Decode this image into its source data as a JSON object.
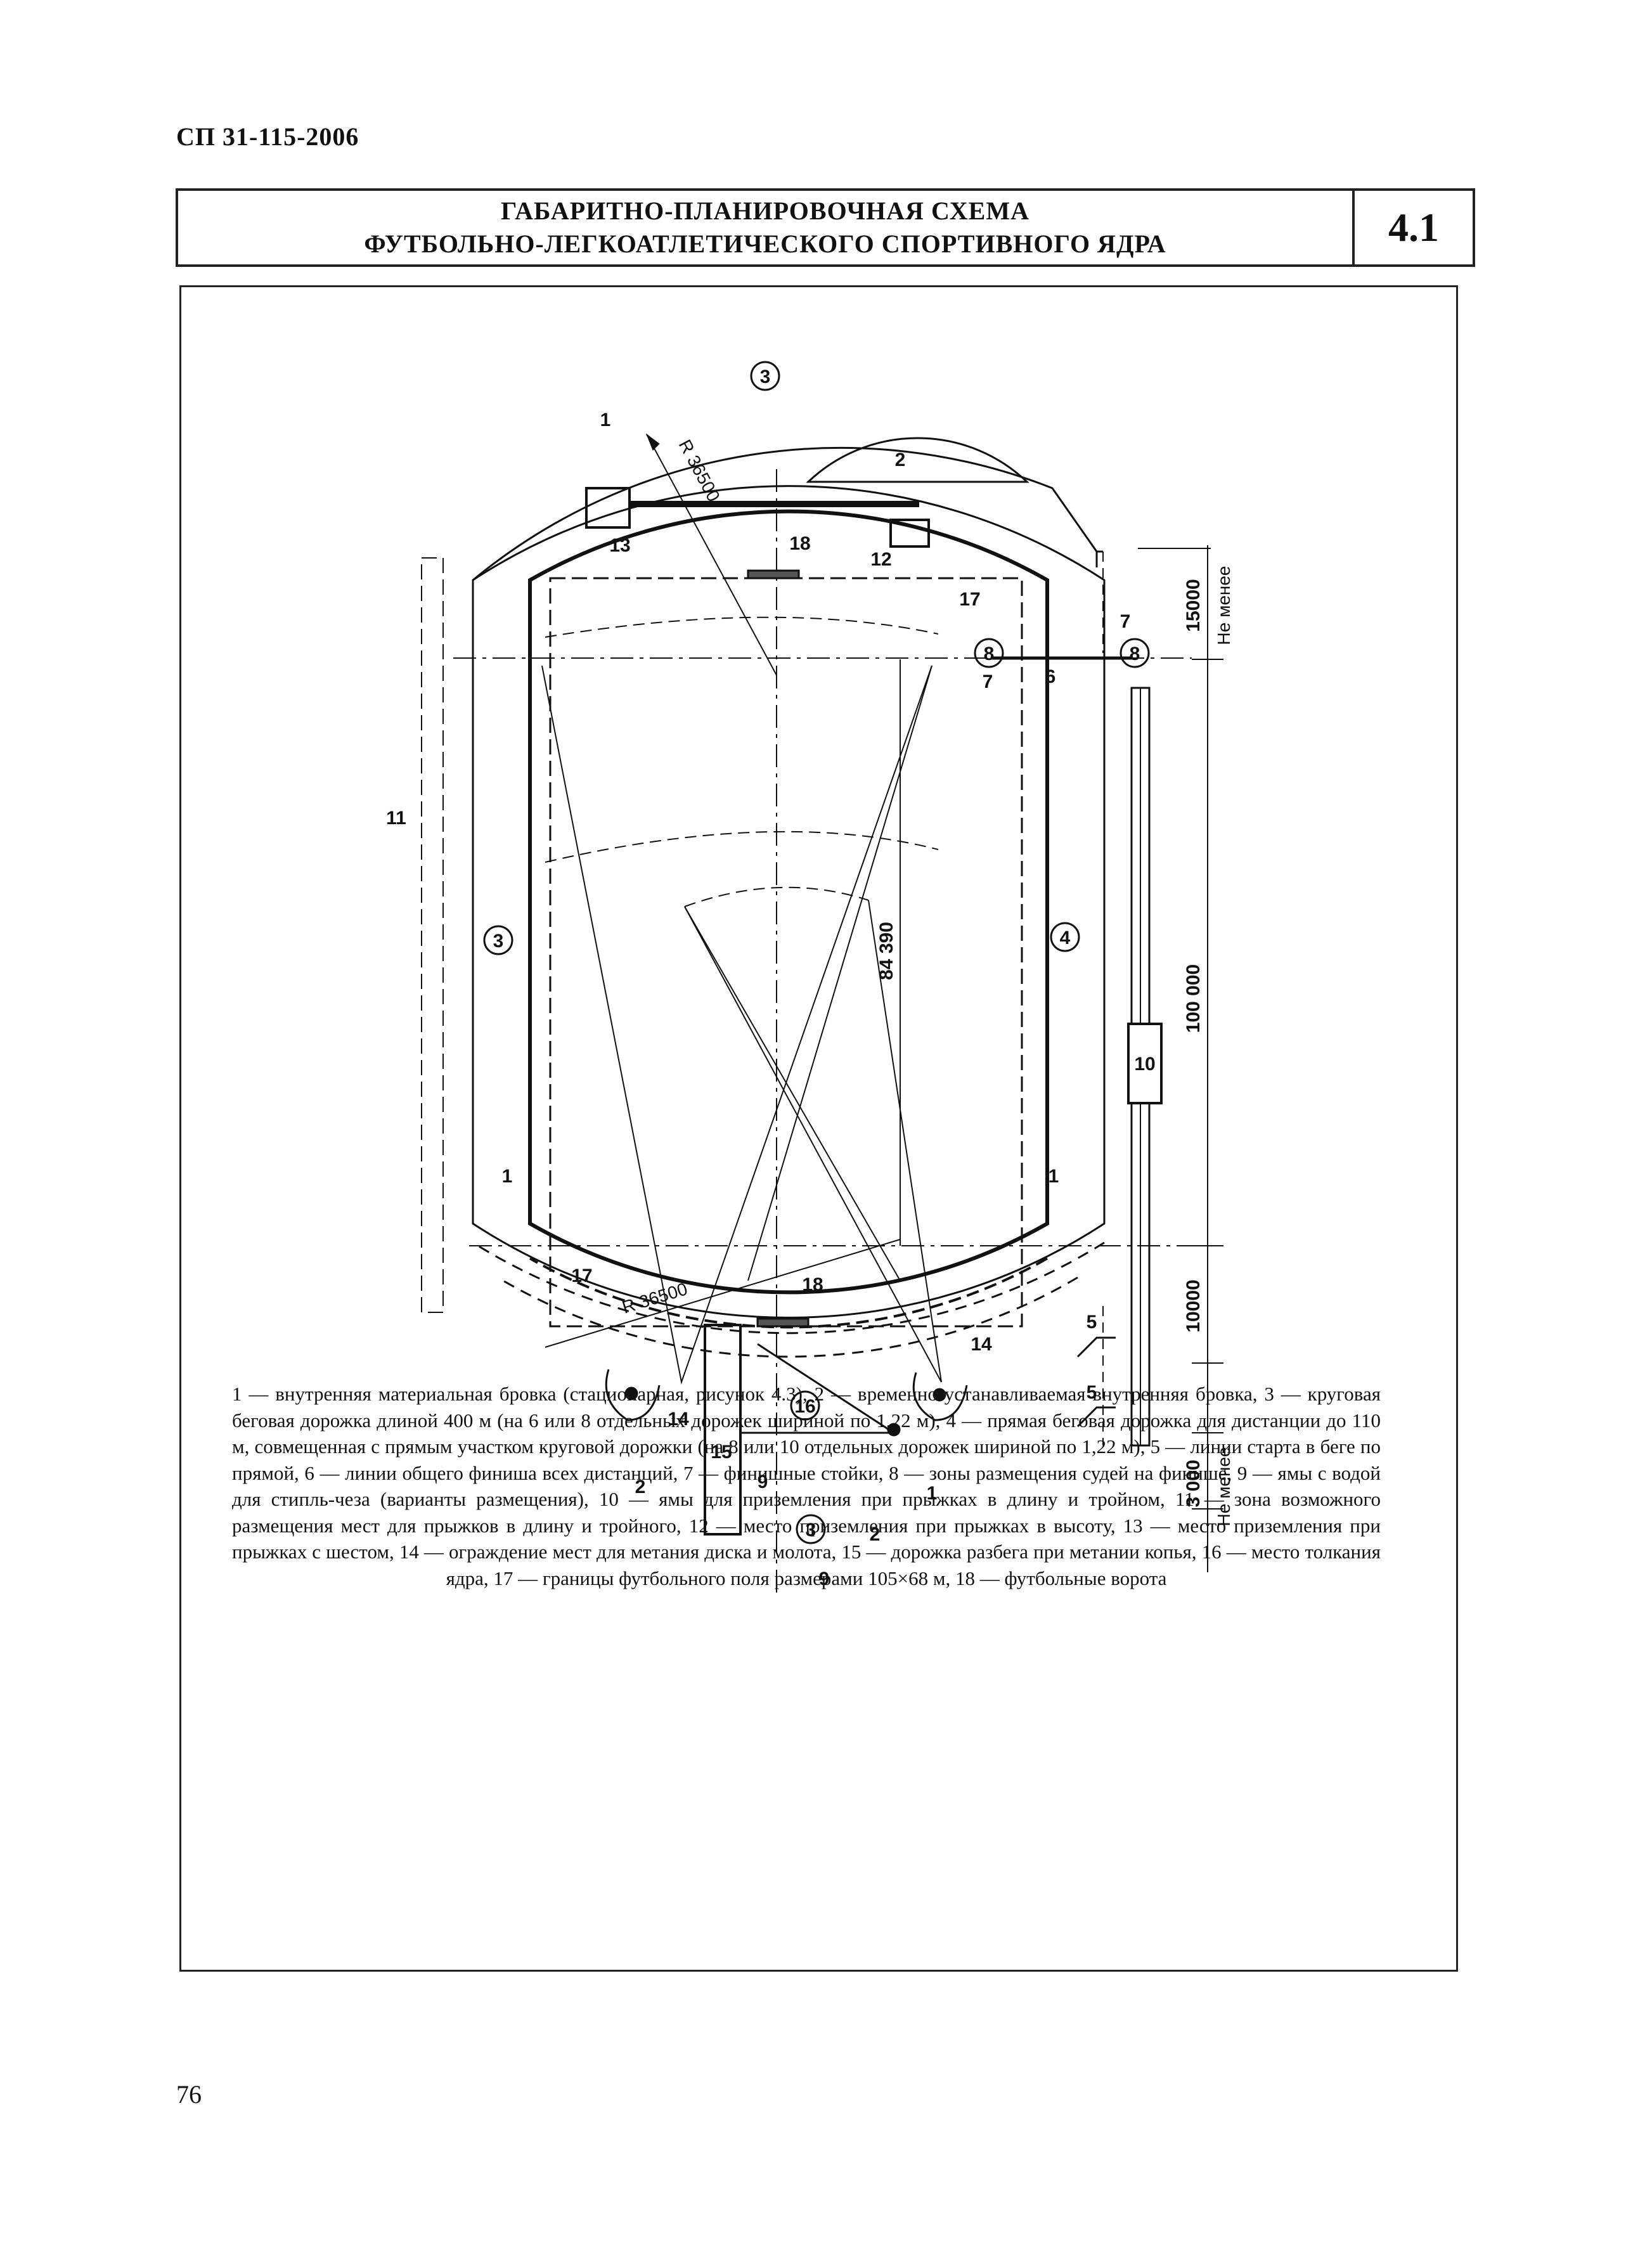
{
  "header": {
    "doc_code": "СП 31-115-2006"
  },
  "title": {
    "line1": "ГАБАРИТНО-ПЛАНИРОВОЧНАЯ СХЕМА",
    "line2": "ФУТБОЛЬНО-ЛЕГКОАТЛЕТИЧЕСКОГО СПОРТИВНОГО ЯДРА",
    "number": "4.1"
  },
  "diagram": {
    "callouts": {
      "c1a": "1",
      "c1b": "1",
      "c1c": "1",
      "c1d": "1",
      "c2a": "2",
      "c2b": "2",
      "c2c": "2",
      "c3a": "3",
      "c3b": "3",
      "c3c": "3",
      "c4": "4",
      "c5a": "5",
      "c5b": "5",
      "c6": "6",
      "c7a": "7",
      "c7b": "7",
      "c8a": "8",
      "c8b": "8",
      "c9a": "9",
      "c9b": "9",
      "c10": "10",
      "c11": "11",
      "c12": "12",
      "c13": "13",
      "c14a": "14",
      "c14b": "14",
      "c15": "15",
      "c16": "16",
      "c17a": "17",
      "c17b": "17",
      "c18a": "18",
      "c18b": "18"
    },
    "dimensions": {
      "radius_top": "R 36500",
      "radius_bottom": "R 36500",
      "length": "84 390",
      "d15000": "15000",
      "d100000": "100 000",
      "d10000": "10000",
      "d3000": "3 000",
      "not_less_top": "Не менее",
      "not_less_bottom": "Не менее"
    }
  },
  "legend": "1 — внутренняя материальная бровка (стационарная, рисунок 4.3), 2 — временно устанавливаемая внутренняя бровка, 3 — круговая беговая дорожка длиной 400 м (на 6 или 8 отдельных дорожек шириной по 1,22 м), 4 — прямая беговая дорожка для дистанции до 110 м, совмещенная с прямым участком круговой дорожки (на 8 или 10 отдельных дорожек шириной по 1,22 м), 5 — линии старта в беге по прямой, 6 — линии общего финиша всех дистанций, 7 — финишные стойки, 8 — зоны размещения судей на финише, 9 — ямы с водой для стипль-чеза (варианты размещения), 10 — ямы для приземления при прыжках в длину и тройном, 11 — зона возможного размещения мест для прыжков в длину и тройного, 12 — место приземления при прыжках в высоту, 13 — место приземления при прыжках с шестом, 14 — ограждение мест для метания диска и молота, 15 — дорожка разбега при метании копья, 16 — место толкания ядра, 17 — границы футбольного поля размерами 105×68 м, 18 — футбольные ворота",
  "footer": {
    "page_number": "76"
  }
}
